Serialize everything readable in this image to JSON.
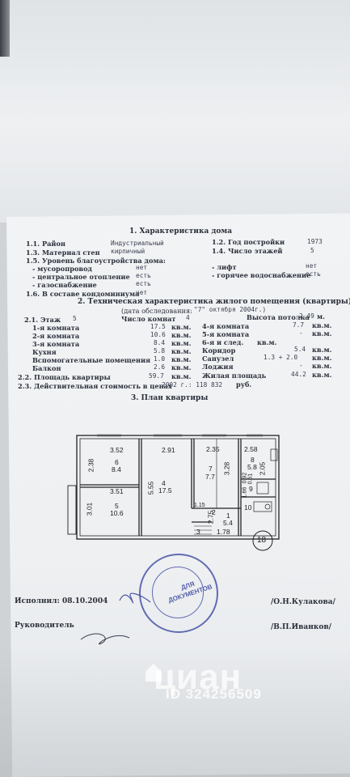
{
  "s1": {
    "title": "1. Характеристика дома",
    "rayon_label": "1.1. Район",
    "rayon_value": "Индустриальный",
    "material_label": "1.3. Материал стен",
    "material_value": "кирпичный",
    "year_label": "1.2. Год постройки",
    "year_value": "1973",
    "floors_label": "1.4. Число этажей",
    "floors_value": "5",
    "uroven_label": "1.5. Уровень благоустройства дома:",
    "musor_label": "- мусоропровод",
    "musor_value": "нет",
    "lift_label": "- лифт",
    "lift_value": "нет",
    "otopl_label": "- центральное отопление",
    "otopl_value": "есть",
    "vodo_label": "- горячее водоснабжение",
    "vodo_value": "есть",
    "gaz_label": "- газоснабжение",
    "gaz_value": "есть",
    "kondo_label": "1.6. В составе кондоминиума",
    "kondo_value": "нет"
  },
  "s2": {
    "title": "2. Техническая характеристика жилого помещения (квартиры)",
    "date_line": "(дата обследования:",
    "date_value": "\"7\" октября 2004г.)",
    "floor_label": "2.1. Этаж",
    "floor_value": "5",
    "rooms_label": "Число комнат",
    "rooms_value": "4",
    "ceiling_label": "Высота потолка",
    "ceiling_value": "2.49",
    "ceiling_unit": "м.",
    "unit": "кв.м.",
    "left_rows": [
      {
        "label": "1-я комната",
        "value": "17.5"
      },
      {
        "label": "2-я комната",
        "value": "10.6"
      },
      {
        "label": "3-я комната",
        "value": "8.4"
      },
      {
        "label": "Кухня",
        "value": "5.8"
      },
      {
        "label": "Вспомогательные помещения",
        "value": "1.0"
      },
      {
        "label": "Балкон",
        "value": "2.6"
      }
    ],
    "right_rows": [
      {
        "label": "4-я комната",
        "value": "7.7"
      },
      {
        "label": "5-я комната",
        "value": "-"
      },
      {
        "label": "6-я и след.",
        "value": ""
      },
      {
        "label": "Коридор",
        "value": "5.4"
      },
      {
        "label": "Санузел",
        "value": "1.3 + 2.0"
      },
      {
        "label": "Лоджия",
        "value": "-"
      }
    ],
    "area_label": "2.2. Площадь квартиры",
    "area_value": "59.7",
    "living_label": "Жилая площадь",
    "living_value": "44.2",
    "cost_label": "2.3. Действительная стоимость в ценах",
    "cost_value": "2002 г.: 118 832",
    "cost_unit": "руб."
  },
  "s3": {
    "title": "3. План квартиры",
    "dims": [
      "3.52",
      "2.91",
      "2.35",
      "2.58",
      "2.38",
      "3.51",
      "5.55",
      "3.28",
      "3.01",
      "1.78",
      "2.75",
      "1.15",
      "2.05",
      "1.66",
      "0.92",
      "0.61"
    ],
    "rooms": [
      {
        "num": "6",
        "area": "8.4"
      },
      {
        "num": "5",
        "area": "10.6"
      },
      {
        "num": "4",
        "area": "17.5"
      },
      {
        "num": "7",
        "area": "7.7"
      },
      {
        "num": "8",
        "area": "5.8"
      },
      {
        "num": "1",
        "area": "5.4"
      },
      {
        "num": "9",
        "area": ""
      },
      {
        "num": "10",
        "area": ""
      },
      {
        "num": "3",
        "area": ""
      },
      {
        "num": "2",
        "area": ""
      }
    ],
    "apartment_no": "18"
  },
  "sign": {
    "executed_label": "Исполнил: 08.10.2004",
    "executed_name": "/О.Н.Кулакова/",
    "head_label": "Руководитель",
    "head_name": "/В.П.Иванков/",
    "stamp_text": "ДЛЯ ДОКУМЕНТОВ"
  },
  "watermark": {
    "brand": "циан",
    "id": "ID 324256509"
  }
}
